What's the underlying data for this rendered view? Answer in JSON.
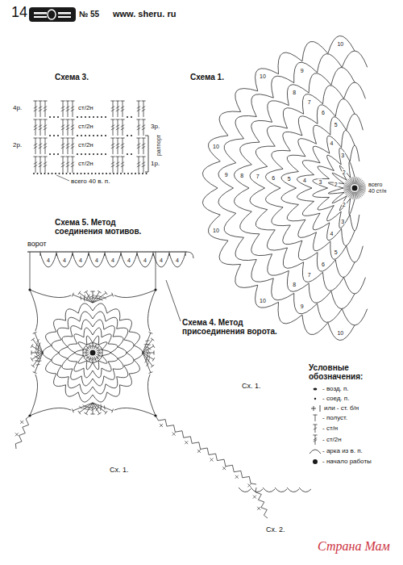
{
  "diagram": {
    "labels": [
      "14",
      "№ 55",
      "www. sheru. ru",
      "Схема 3.",
      "4р.",
      "ст/2н",
      "3р.",
      "ст/2н",
      "2р.",
      "ст/2н",
      "1р.",
      "ст/2н",
      "раппорт",
      "всего 40 в. п.",
      "Схема 1.",
      "всего 40 ст/н",
      "2",
      "2",
      "2",
      "3",
      "3",
      "3",
      "4",
      "4",
      "4",
      "5",
      "5",
      "5",
      "6",
      "6",
      "6",
      "7",
      "7",
      "7",
      "8",
      "8",
      "8",
      "9",
      "9",
      "9",
      "10",
      "10",
      "10",
      "10",
      "10",
      "10",
      "Схема 5. Метод соединения мотивов.",
      "ворот",
      "4",
      "4",
      "4",
      "4",
      "4",
      "4",
      "4",
      "4",
      "4",
      "Схема 4. Метод присоединения ворота.",
      "Сх. 1.",
      "Сх. 1.",
      "Сх. 2.",
      "Условные обозначения:",
      "Страна Мам"
    ],
    "legend": [
      {
        "text": "- возд. п."
      },
      {
        "text": "- соед. п."
      },
      {
        "text": "или - ст. б/н"
      },
      {
        "text": "- полуст."
      },
      {
        "text": "- ст/н"
      },
      {
        "text": "- ст/2н"
      },
      {
        "text": "- арка из в. п."
      },
      {
        "text": "- начало работы"
      }
    ]
  }
}
